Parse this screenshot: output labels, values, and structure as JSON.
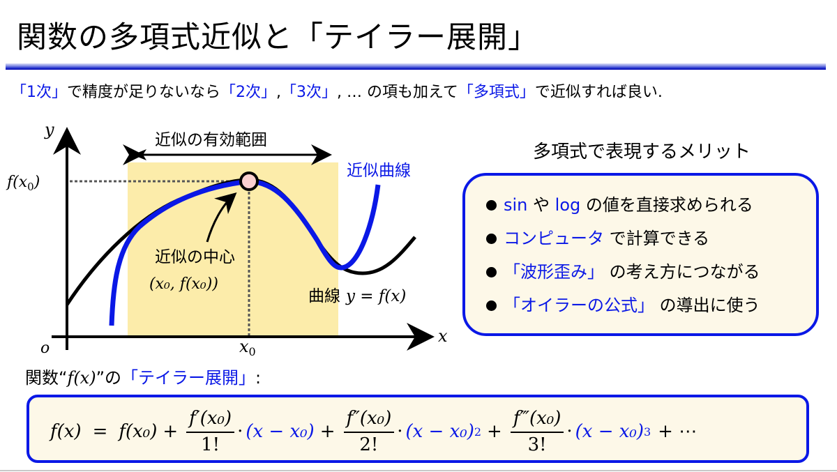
{
  "title": "関数の多項式近似と「テイラー展開」",
  "subtitle": {
    "seg1_blue": "「1次」",
    "seg2": "で精度が足りないなら",
    "seg3_blue": "「2次」",
    "seg4": ",",
    "seg5_blue": "「3次」",
    "seg6": ", … の項も加えて",
    "seg7_blue": "「多項式」",
    "seg8": "で近似すれば良い."
  },
  "graph": {
    "y_axis_label": "y",
    "x_axis_label": "x",
    "origin_label": "o",
    "fx0_label": "f(x",
    "fx0_sub": "0",
    "fx0_close": ")",
    "x0_label": "x",
    "x0_sub": "0",
    "range_label": "近似の有効範囲",
    "approx_curve_label": "近似曲線",
    "center_label_line1": "近似の中心",
    "center_label_line2": "(x₀, f(x₀))",
    "curve_label_prefix": "曲線",
    "curve_label_eq": "y = f(x)",
    "colors": {
      "approx_curve": "#0a18e6",
      "true_curve": "#000000",
      "range_fill": "#fcecaa",
      "center_point_fill": "#fbd0d0"
    }
  },
  "merits": {
    "title": "多項式で表現するメリット",
    "items": [
      {
        "blue": "sin",
        "mid": " や ",
        "blue2": "log",
        "rest": " の値を直接求められる"
      },
      {
        "blue": "コンピュータ",
        "rest": " で計算できる"
      },
      {
        "blue": "「波形歪み」",
        "rest": " の考え方につながる"
      },
      {
        "blue": "「オイラーの公式」",
        "rest": " の導出に使う"
      }
    ]
  },
  "formula": {
    "label_prefix": "関数“",
    "label_func": "f(x)",
    "label_mid": "”の",
    "label_blue": "「テイラー展開」",
    "label_suffix": ":",
    "lhs": "f(x)",
    "eq": "=",
    "term0": "f(x₀)",
    "plus": "+",
    "term1_num": "f′(x₀)",
    "term1_den": "1!",
    "term1_factor": "(x − x₀)",
    "term2_num": "f″(x₀)",
    "term2_den": "2!",
    "term2_factor": "(x − x₀)",
    "term2_exp": "2",
    "term3_num": "f‴(x₀)",
    "term3_den": "3!",
    "term3_factor": "(x − x₀)",
    "term3_exp": "3",
    "dot": "·",
    "ellipsis": "+ ⋯"
  }
}
